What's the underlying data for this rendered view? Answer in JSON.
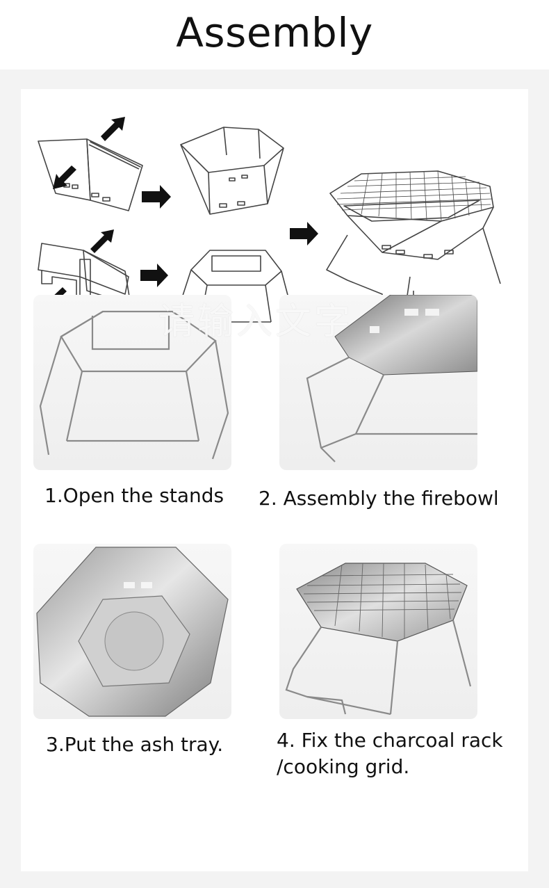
{
  "header": {
    "title": "Assembly"
  },
  "diagram": {
    "description_icons": [
      "arrow-icon"
    ]
  },
  "steps": [
    {
      "caption": "1.Open the stands"
    },
    {
      "caption": "2. Assembly the firebowl"
    },
    {
      "caption": "3.Put the ash tray."
    },
    {
      "caption_line1": "4. Fix the charcoal rack",
      "caption_line2": "/cooking grid."
    }
  ],
  "watermark": "请输入文字"
}
